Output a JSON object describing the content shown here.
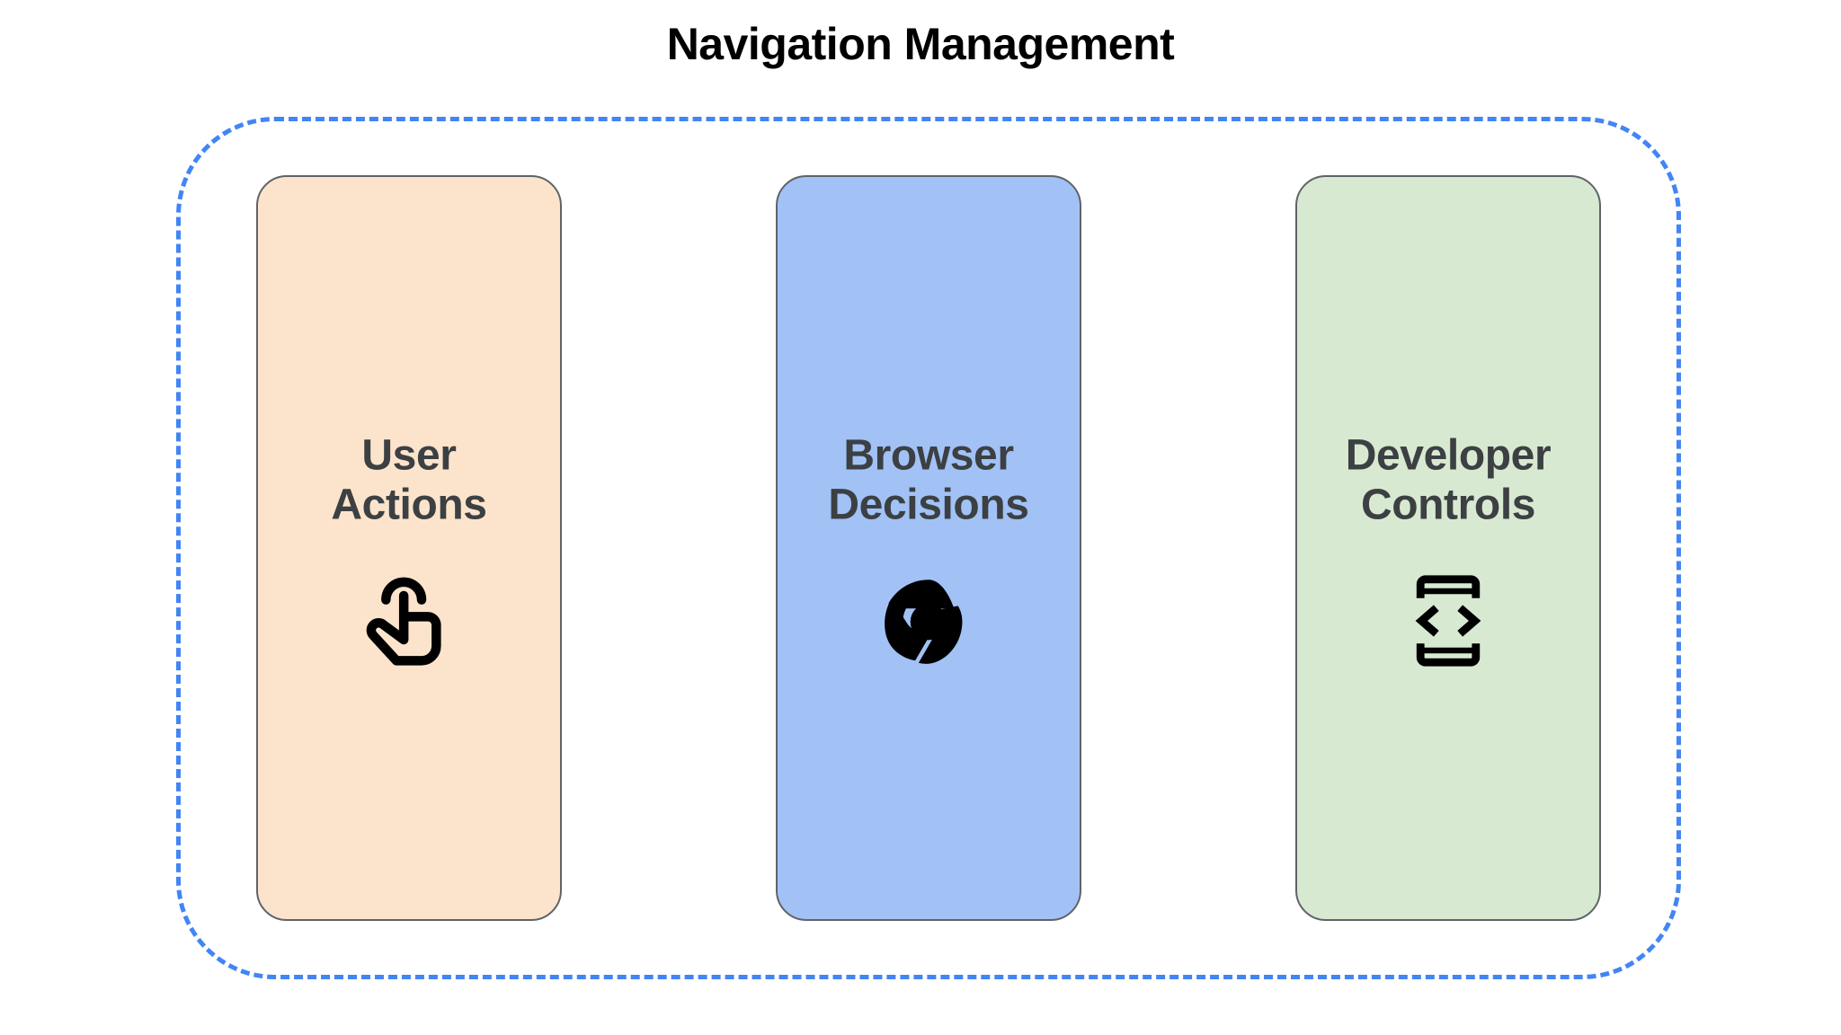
{
  "diagram": {
    "title": "Navigation Management",
    "title_color": "#000000",
    "background": "#ffffff",
    "group": {
      "border_color": "#4285F4",
      "border_style": "dashed"
    },
    "card_text_color": "#3C4043",
    "card_border_color": "#5F6368",
    "cards": [
      {
        "label": "User\nActions",
        "label_line1": "User",
        "label_line2": "Actions",
        "background": "#FCE4CC",
        "icon": "touch-tap-gesture-icon",
        "icon_color": "#000000"
      },
      {
        "label": "Browser\nDecisions",
        "label_line1": "Browser",
        "label_line2": "Decisions",
        "background": "#A2C2F6",
        "icon": "chrome-browser-icon",
        "icon_color": "#000000"
      },
      {
        "label": "Developer\nControls",
        "label_line1": "Developer",
        "label_line2": "Controls",
        "background": "#D8E9D2",
        "icon": "developer-mode-code-icon",
        "icon_color": "#000000"
      }
    ]
  }
}
